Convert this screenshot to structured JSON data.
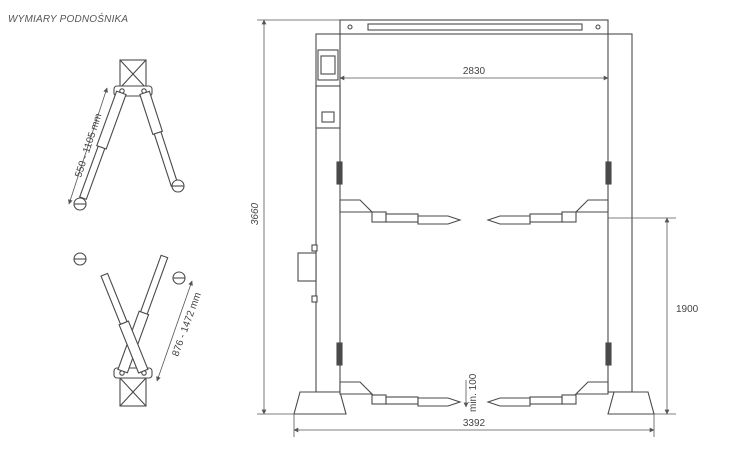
{
  "title": "WYMIARY PODNOŚNIKA",
  "arm_short_range": "550 - 1105 mm",
  "arm_long_range": "876 - 1472 mm",
  "total_height": "3660",
  "inner_width": "2830",
  "outer_width": "3392",
  "arm_height": "1900",
  "min_height": "min. 100",
  "colors": {
    "line": "#4a4a4a",
    "dim": "#555555",
    "fill": "#ffffff"
  }
}
